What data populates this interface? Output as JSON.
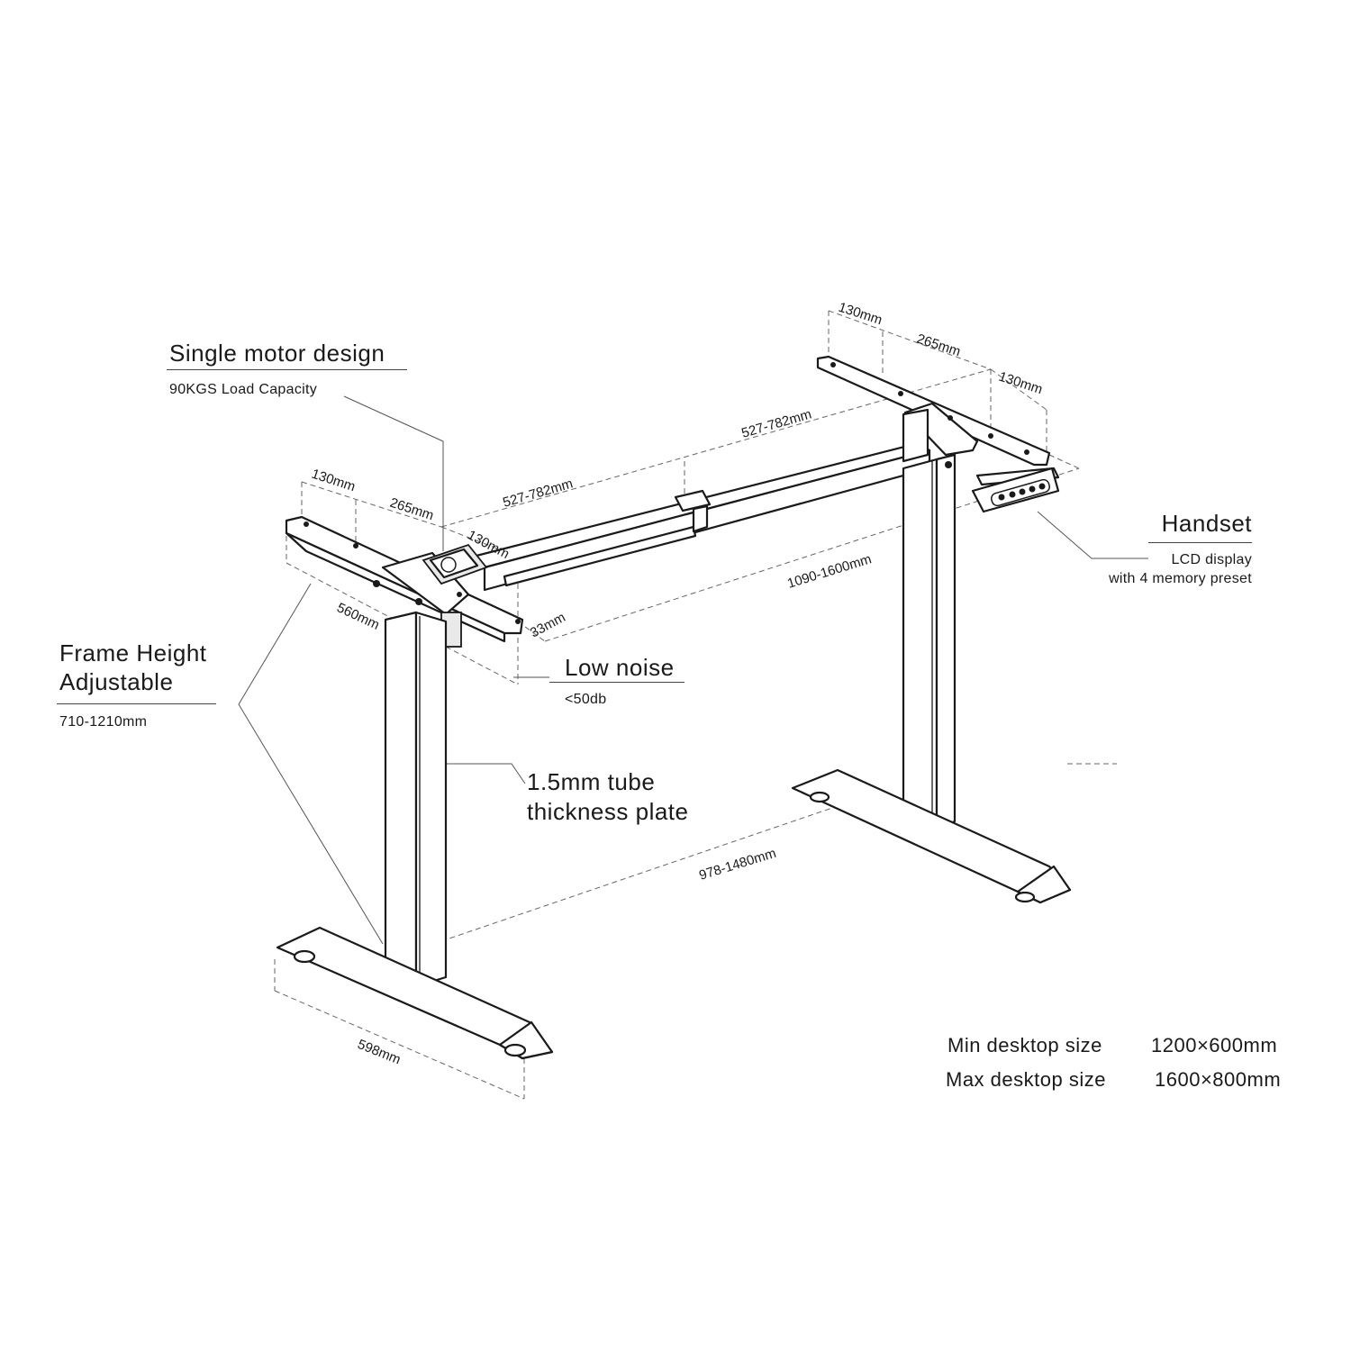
{
  "callouts": {
    "motor": {
      "title": "Single motor design",
      "subtitle": "90KGS Load Capacity"
    },
    "frame_height": {
      "title_line1": "Frame Height",
      "title_line2": "Adjustable",
      "subtitle": "710-1210mm"
    },
    "noise": {
      "title": "Low noise",
      "subtitle": "<50db"
    },
    "tube": {
      "title_line1": "1.5mm tube",
      "title_line2": "thickness plate"
    },
    "handset": {
      "title": "Handset",
      "subtitle_line1": "LCD display",
      "subtitle_line2": "with 4 memory preset"
    }
  },
  "dimensions": {
    "left_bracket_front": "130mm",
    "left_bracket_mid": "265mm",
    "left_bracket_back": "130mm",
    "right_bracket_front": "130mm",
    "right_bracket_mid": "265mm",
    "right_bracket_back": "130mm",
    "beam_left": "527-782mm",
    "beam_right": "527-782mm",
    "overall_width": "1090-1600mm",
    "bracket_thickness": "33mm",
    "bracket_length": "560mm",
    "foot_spacing": "978-1480mm",
    "foot_length": "598mm"
  },
  "desktop_sizes": [
    {
      "label": "Min desktop size",
      "value": "1200×600mm"
    },
    {
      "label": "Max desktop size",
      "value": "1600×800mm"
    }
  ]
}
